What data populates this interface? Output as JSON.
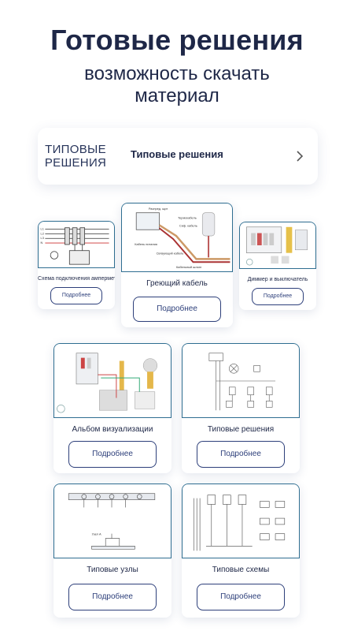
{
  "hero": {
    "title": "Готовые решения",
    "subtitle_line1": "возможность скачать",
    "subtitle_line2": "материал"
  },
  "banner": {
    "logo_line1": "ТИПОВЫЕ",
    "logo_line2": "РЕШЕНИЯ",
    "label": "Типовые решения",
    "chevron_icon": "chevron-right-icon"
  },
  "cards": [
    {
      "label": "Схема подключения амперметра",
      "button": "Подробнее",
      "thumb_icon": "ammeter-diagram-icon",
      "thumb_texts": [
        "L1",
        "L2",
        "L3",
        "N"
      ]
    },
    {
      "label": "Греющий кабель",
      "button": "Подробнее",
      "thumb_icon": "heating-cable-diagram-icon",
      "thumb_texts": [
        "Распред. щит",
        "Термокабель",
        "Сиф. кабель",
        "Кабель питания",
        "Связующий кабель",
        "Кабельный шланг"
      ]
    },
    {
      "label": "Диммер и выключатель",
      "button": "Подробнее",
      "thumb_icon": "dimmer-diagram-icon",
      "thumb_texts": []
    },
    {
      "label": "Альбом визуализации",
      "button": "Подробнее",
      "thumb_icon": "visualization-album-icon",
      "thumb_texts": []
    },
    {
      "label": "Типовые решения",
      "button": "Подробнее",
      "thumb_icon": "typical-solution-diagram-icon",
      "thumb_texts": []
    },
    {
      "label": "Типовые узлы",
      "button": "Подробнее",
      "thumb_icon": "typical-nodes-diagram-icon",
      "thumb_texts": [
        "Узел А"
      ]
    },
    {
      "label": "Типовые схемы",
      "button": "Подробнее",
      "thumb_icon": "typical-schemes-diagram-icon",
      "thumb_texts": []
    }
  ],
  "colors": {
    "accent": "#2d3f7a",
    "thumb_border": "#2f6e91",
    "title": "#1e2747"
  }
}
